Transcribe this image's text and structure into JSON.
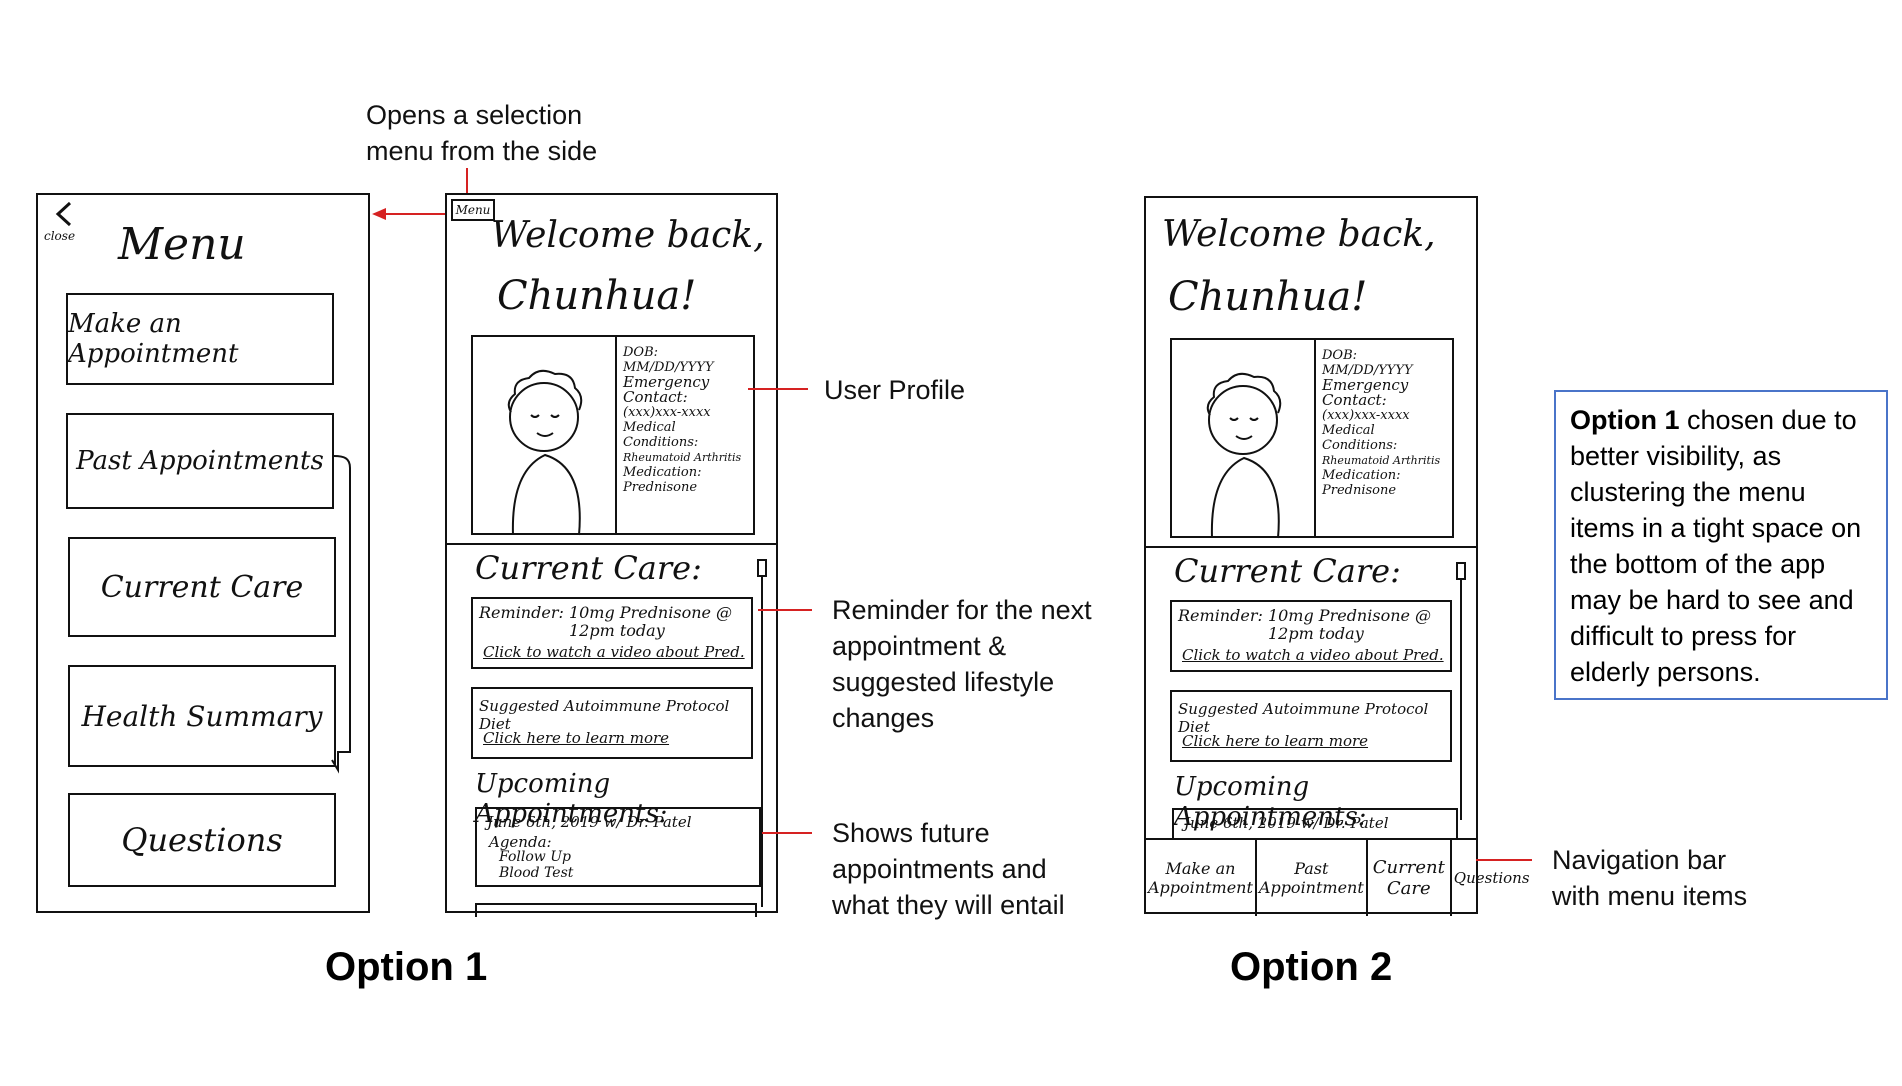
{
  "annotations": {
    "side_menu_note": "Opens a selection menu from the side",
    "user_profile": "User Profile",
    "reminder": "Reminder for the next appointment & suggested lifestyle changes",
    "future_appts": "Shows future appointments and what they will entail",
    "nav_bar": "Navigation bar with menu items"
  },
  "captions": {
    "option1": "Option 1",
    "option2": "Option 2"
  },
  "note": {
    "bold": "Option 1",
    "rest": " chosen due to better visibility, as clustering the menu items in a tight space on the bottom of the app may be hard to see and difficult to press for elderly persons."
  },
  "menu_screen": {
    "close_label": "close",
    "title": "Menu",
    "items": [
      "Make an Appointment",
      "Past Appointments",
      "Current Care",
      "Health Summary",
      "Questions"
    ]
  },
  "home_screen": {
    "menu_button": "Menu",
    "welcome": "Welcome back,",
    "name": "Chunhua!",
    "profile": {
      "dob_label": "DOB:",
      "dob_value": "MM/DD/YYYY",
      "emergency_label": "Emergency Contact:",
      "emergency_value": "(xxx)xxx-xxxx",
      "conditions_label": "Medical Conditions:",
      "conditions_value": "Rheumatoid Arthritis",
      "medication_label": "Medication:",
      "medication_value": "Prednisone"
    },
    "current_care_title": "Current Care:",
    "reminder_line1": "Reminder: 10mg Prednisone @",
    "reminder_line2": "12pm today",
    "reminder_link": "Click to watch a video about Pred.",
    "suggested_line": "Suggested Autoimmune Protocol Diet",
    "suggested_link": "Click here to learn more",
    "upcoming_title": "Upcoming Appointments:",
    "appt_line1": "June 6th, 2019 w/ Dr. Patel",
    "appt_agenda": "Agenda:",
    "appt_item1": "Follow Up",
    "appt_item2": "Blood Test"
  },
  "nav_bar": {
    "items": [
      "Make an Appointment",
      "Past Appointment",
      "Current Care",
      "Questions"
    ]
  }
}
